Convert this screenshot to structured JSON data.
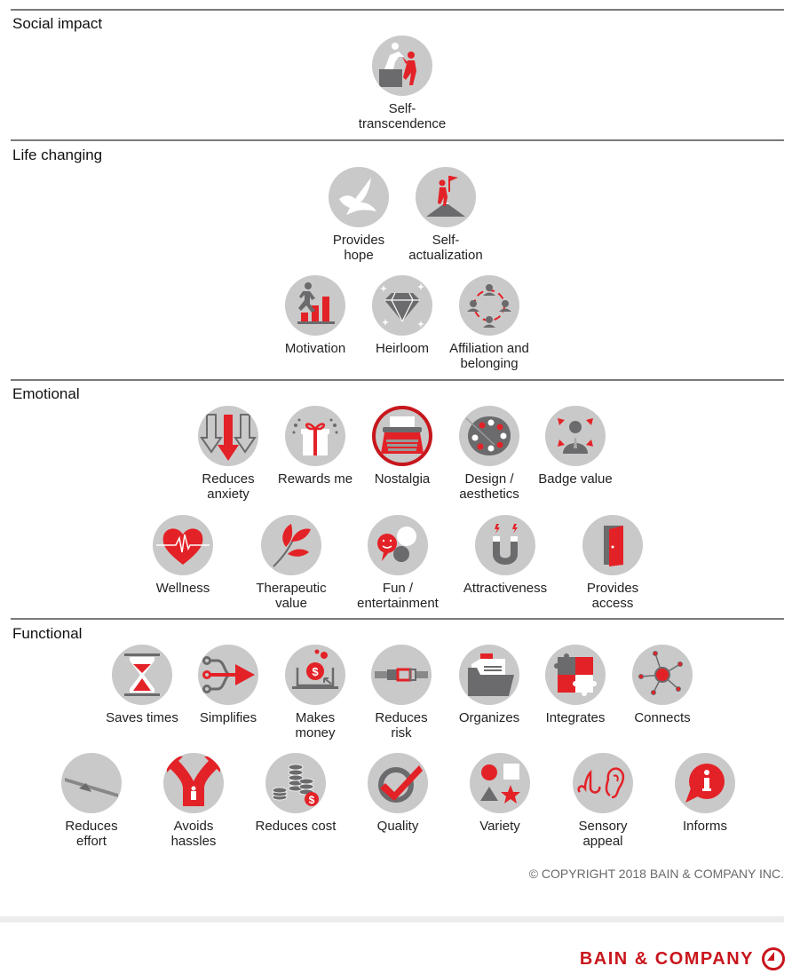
{
  "colors": {
    "accent": "#e32227",
    "dark_accent": "#c8161d",
    "icon_bg": "#c9c9c9",
    "icon_gray": "#6b6b6d",
    "rule": "#7a7a7a"
  },
  "sections": [
    {
      "title": "Social impact",
      "rows": [
        [
          {
            "label": "Self-\ntranscendence",
            "icon": "helping-hand-climb-icon"
          }
        ]
      ]
    },
    {
      "title": "Life changing",
      "rows": [
        [
          {
            "label": "Provides\nhope",
            "icon": "dove-icon"
          },
          {
            "label": "Self-\nactualization",
            "icon": "summit-flag-icon"
          }
        ],
        [
          {
            "label": "Motivation",
            "icon": "running-stairs-icon"
          },
          {
            "label": "Heirloom",
            "icon": "diamond-icon"
          },
          {
            "label": "Affiliation and\nbelonging",
            "icon": "people-circle-icon"
          }
        ]
      ]
    },
    {
      "title": "Emotional",
      "rows": [
        [
          {
            "label": "Reduces\nanxiety",
            "icon": "down-arrows-icon"
          },
          {
            "label": "Rewards me",
            "icon": "gift-icon"
          },
          {
            "label": "Nostalgia",
            "icon": "typewriter-icon",
            "highlighted": true
          },
          {
            "label": "Design /\naesthetics",
            "icon": "palette-icon"
          },
          {
            "label": "Badge value",
            "icon": "person-badge-icon"
          }
        ],
        [
          {
            "label": "Wellness",
            "icon": "heartbeat-icon"
          },
          {
            "label": "Therapeutic\nvalue",
            "icon": "leaves-icon"
          },
          {
            "label": "Fun /\nentertainment",
            "icon": "smiley-bubbles-icon"
          },
          {
            "label": "Attractiveness",
            "icon": "magnet-icon"
          },
          {
            "label": "Provides\naccess",
            "icon": "open-door-icon"
          }
        ]
      ]
    },
    {
      "title": "Functional",
      "rows": [
        [
          {
            "label": "Saves times",
            "icon": "hourglass-icon"
          },
          {
            "label": "Simplifies",
            "icon": "merge-arrow-icon"
          },
          {
            "label": "Makes\nmoney",
            "icon": "laptop-dollar-icon"
          },
          {
            "label": "Reduces\nrisk",
            "icon": "seatbelt-icon"
          },
          {
            "label": "Organizes",
            "icon": "folder-icon"
          },
          {
            "label": "Integrates",
            "icon": "puzzle-icon"
          },
          {
            "label": "Connects",
            "icon": "network-icon"
          }
        ],
        [
          {
            "label": "Reduces\neffort",
            "icon": "lever-icon"
          },
          {
            "label": "Avoids\nhassles",
            "icon": "fork-arrows-icon"
          },
          {
            "label": "Reduces cost",
            "icon": "coins-icon"
          },
          {
            "label": "Quality",
            "icon": "checkmark-icon"
          },
          {
            "label": "Variety",
            "icon": "shapes-icon"
          },
          {
            "label": "Sensory\nappeal",
            "icon": "nose-ear-icon"
          },
          {
            "label": "Informs",
            "icon": "info-bubble-icon"
          }
        ]
      ]
    }
  ],
  "footer": {
    "copyright": "© COPYRIGHT 2018 BAIN & COMPANY INC.",
    "brand": "BAIN & COMPANY"
  }
}
